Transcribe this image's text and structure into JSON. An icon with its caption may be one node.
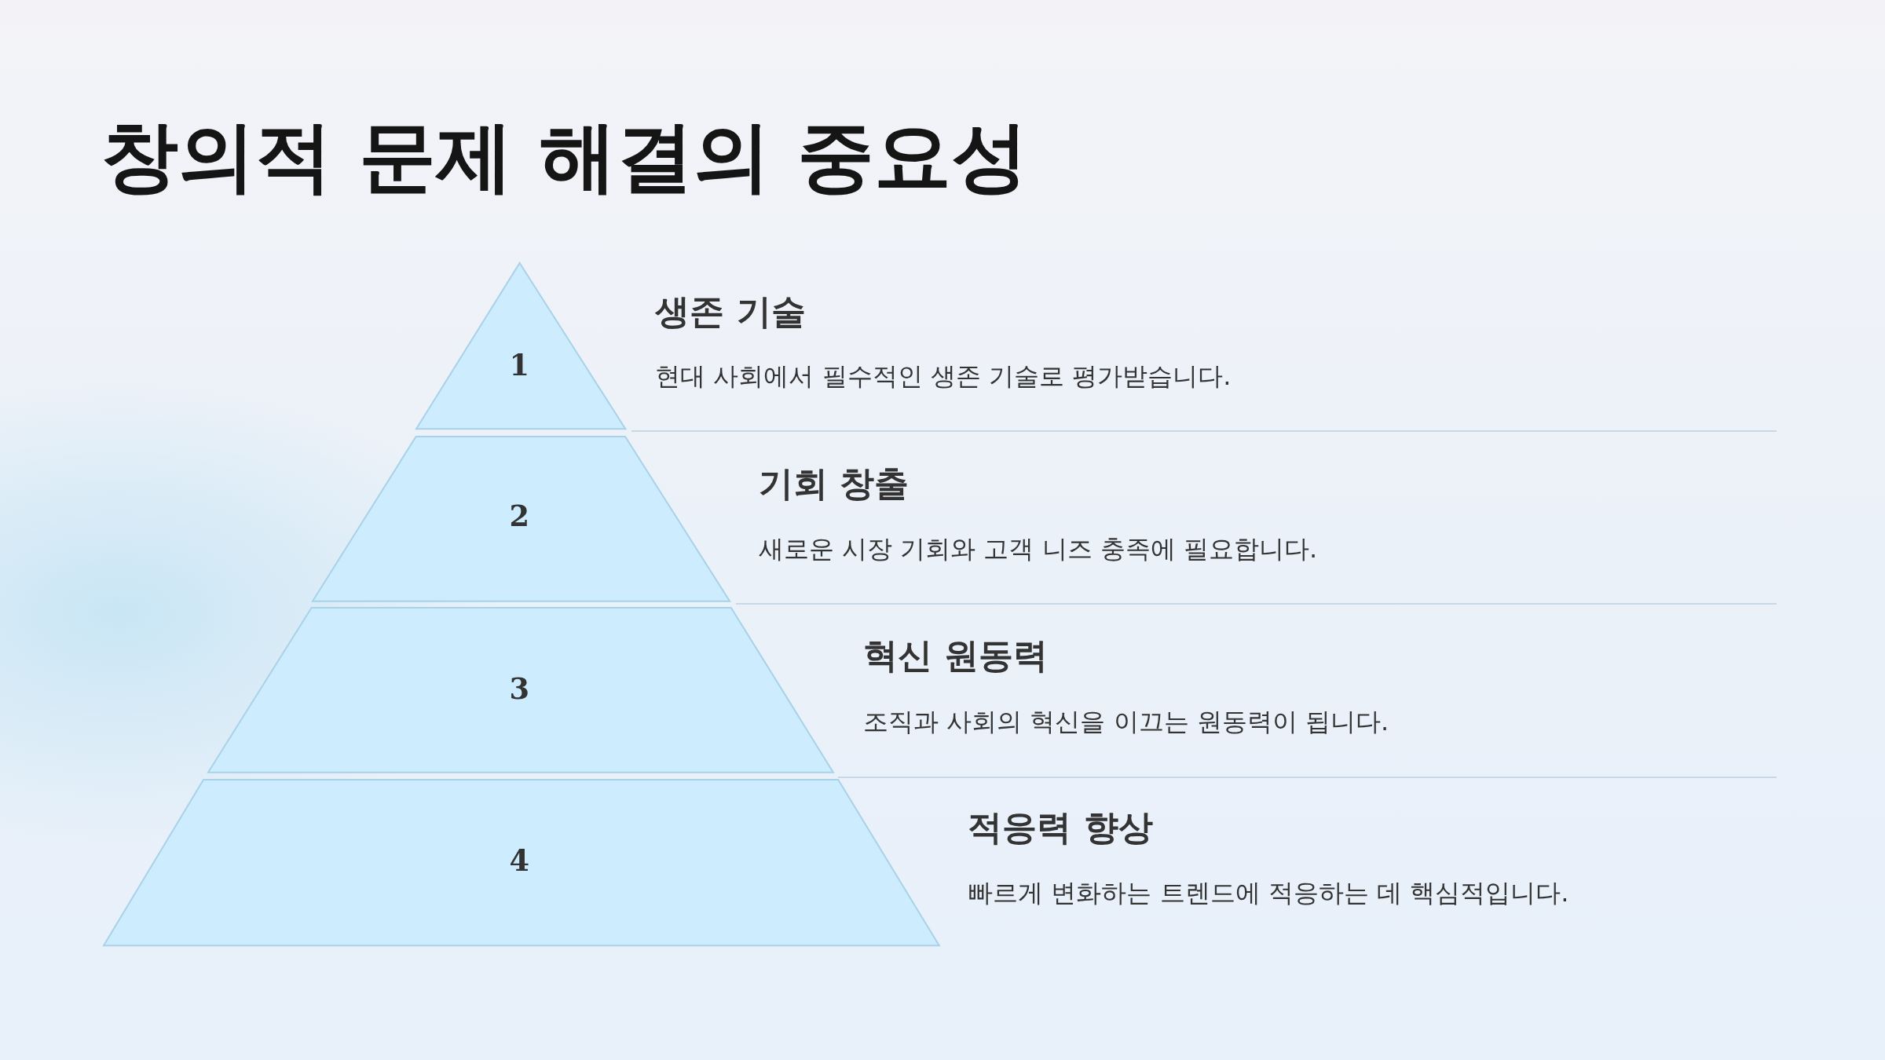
{
  "diagram": {
    "title": "창의적 문제 해결의 중요성",
    "nodes": [
      {
        "text": [
          "1"
        ],
        "beside": [
          "생존 기술",
          "현대 사회에서 필수적인 생존 기술로 평가받습니다."
        ]
      },
      {
        "text": [
          "2"
        ],
        "beside": [
          "기회 창출",
          "새로운 시장 기회와 고객 니즈 충족에 필요합니다."
        ]
      },
      {
        "text": [
          "3"
        ],
        "beside": [
          "혁신 원동력",
          "조직과 사회의 혁신을 이끄는 원동력이 됩니다."
        ]
      },
      {
        "text": [
          "4"
        ],
        "beside": [
          "적응력 향상",
          "빠르게 변화하는 트렌드에 적응하는 데 핵심적입니다."
        ]
      }
    ],
    "edges": []
  }
}
